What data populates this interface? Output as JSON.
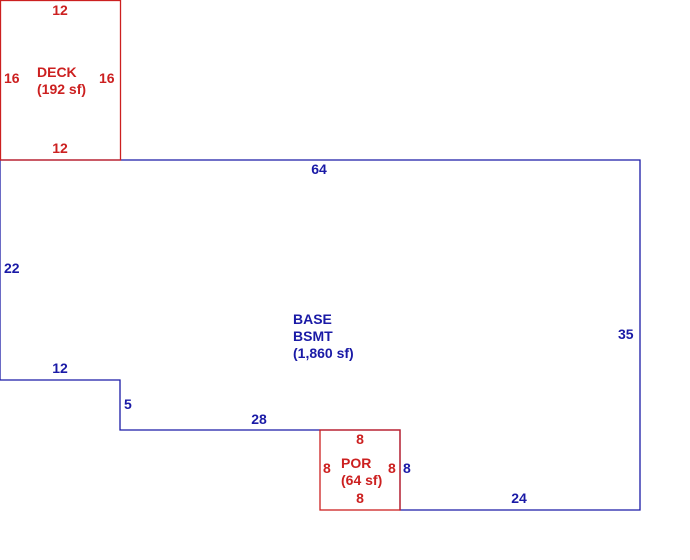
{
  "colors": {
    "base": "#1a1aa6",
    "deck": "#cc2020",
    "por": "#cc2020",
    "background": "#ffffff"
  },
  "deck": {
    "name": "DECK",
    "area": "(192 sf)",
    "dims": {
      "top": "12",
      "bottom": "12",
      "left": "16",
      "right": "16"
    }
  },
  "base": {
    "name": "BASE",
    "sub": "BSMT",
    "area": "(1,860 sf)",
    "dims": {
      "top": "64",
      "left": "22",
      "step_top": "12",
      "step_side": "5",
      "mid": "28",
      "por_side": "8",
      "bottom": "24",
      "right": "35"
    }
  },
  "por": {
    "name": "POR",
    "area": "(64 sf)",
    "dims": {
      "top": "8",
      "bottom": "8",
      "left": "8",
      "right": "8"
    }
  }
}
